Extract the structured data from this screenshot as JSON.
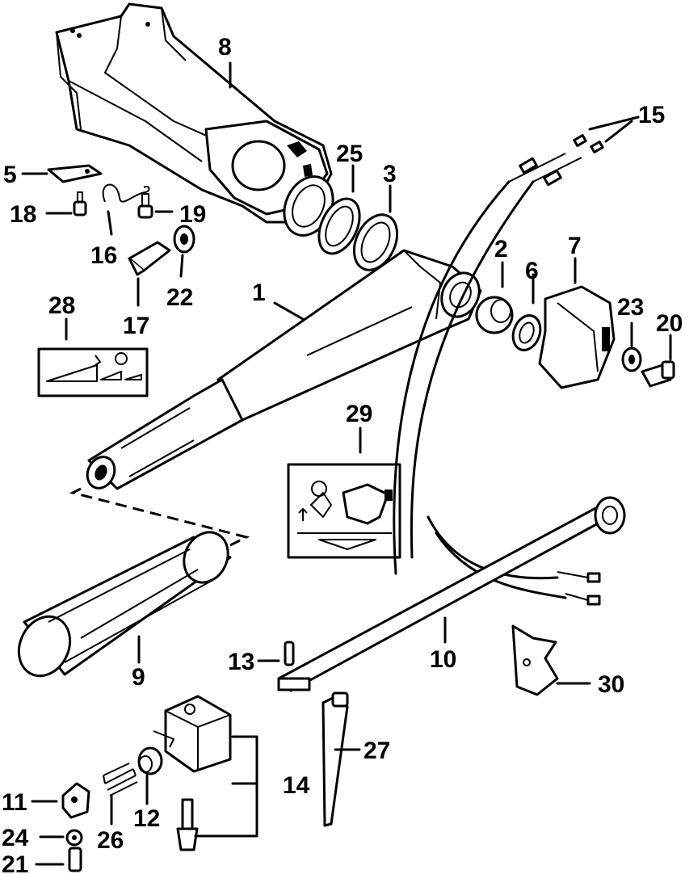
{
  "labels": {
    "l1": "1",
    "l2": "2",
    "l3": "3",
    "l5": "5",
    "l6": "6",
    "l7": "7",
    "l8": "8",
    "l9": "9",
    "l10": "10",
    "l11": "11",
    "l12": "12",
    "l13": "13",
    "l14": "14",
    "l15": "15",
    "l16": "16",
    "l17": "17",
    "l18": "18",
    "l19": "19",
    "l20": "20",
    "l21": "21",
    "l22": "22",
    "l23": "23",
    "l24": "24",
    "l25": "25",
    "l26": "26",
    "l27": "27",
    "l28": "28",
    "l29": "29",
    "l30": "30"
  }
}
